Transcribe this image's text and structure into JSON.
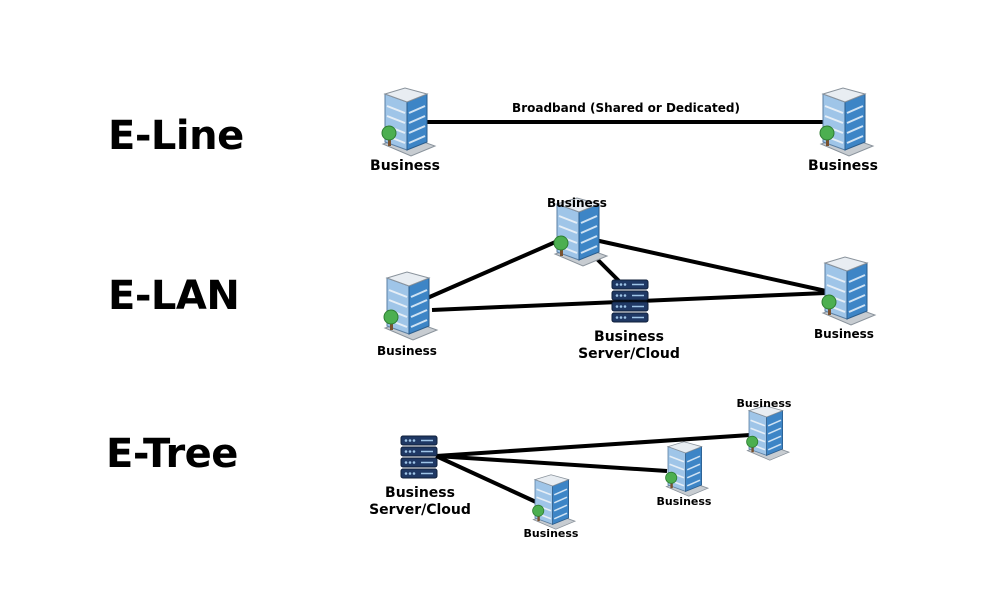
{
  "rows": {
    "eline": {
      "title": "E-Line",
      "link_label": "Broadband (Shared or Dedicated)",
      "left_label": "Business",
      "right_label": "Business"
    },
    "elan": {
      "title": "E-LAN",
      "top_label": "Business",
      "left_label": "Business",
      "right_label": "Business",
      "server_label_line1": "Business",
      "server_label_line2": "Server/Cloud"
    },
    "etree": {
      "title": "E-Tree",
      "server_label_line1": "Business",
      "server_label_line2": "Server/Cloud",
      "leaf_far_label": "Business",
      "leaf_mid_label": "Business",
      "leaf_low_label": "Business"
    }
  },
  "colors": {
    "line": "#000000",
    "building_glass": "#6fa8dc",
    "building_frame": "#d9dee3",
    "server": "#1f3864",
    "tree": "#4caf50"
  },
  "icons": [
    "building-icon",
    "server-rack-icon"
  ]
}
